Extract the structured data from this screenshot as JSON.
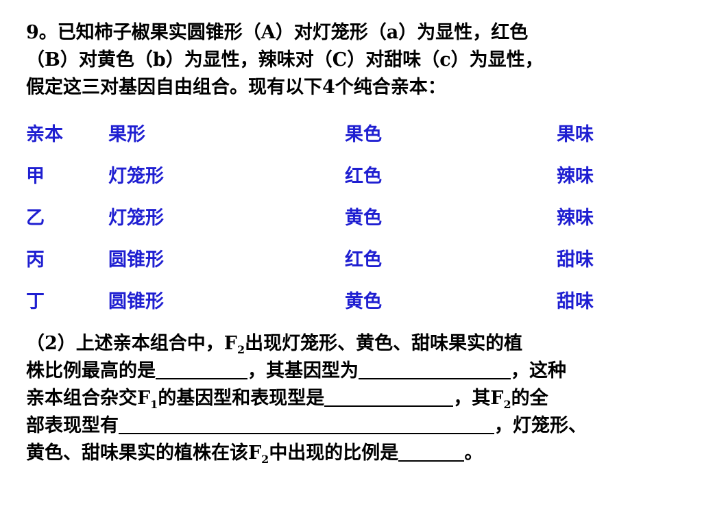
{
  "intro": {
    "line1": "9。已知柿子椒果实圆锥形（A）对灯笼形（a）为显性，红色",
    "line2": "（B）对黄色（b）为显性，辣味对（C）对甜味（c）为显性，",
    "line3": "假定这三对基因自由组合。现有以下4个纯合亲本："
  },
  "table": {
    "header": [
      "亲本",
      "果形",
      "果色",
      "果味"
    ],
    "rows": [
      [
        "甲",
        "灯笼形",
        "红色",
        "辣味"
      ],
      [
        "乙",
        "灯笼形",
        "黄色",
        "辣味"
      ],
      [
        "丙",
        "圆锥形",
        "红色",
        "甜味"
      ],
      [
        "丁",
        "圆锥形",
        "黄色",
        "甜味"
      ]
    ]
  },
  "question2": {
    "l1_a": "（2）上述亲本组合中，F",
    "l1_sub": "2",
    "l1_b": "出现灯笼形、黄色、甜味果实的植",
    "l2_a": "株比例最高的是",
    "l2_b": "，其基因型为",
    "l2_c": "，这种",
    "l3_a": "亲本组合杂交F",
    "l3_sub1": "1",
    "l3_b": "的基因型和表现型是",
    "l3_c": "，其F",
    "l3_sub2": "2",
    "l3_d": "的全",
    "l4_a": "部表现型有",
    "l4_b": "，灯笼形、",
    "l5_a": "黄色、甜味果实的植株在该F",
    "l5_sub": "2",
    "l5_b": "中出现的比例是",
    "l5_c": "。"
  },
  "colors": {
    "table_text": "#1f1fd1",
    "body_text": "#000000"
  }
}
